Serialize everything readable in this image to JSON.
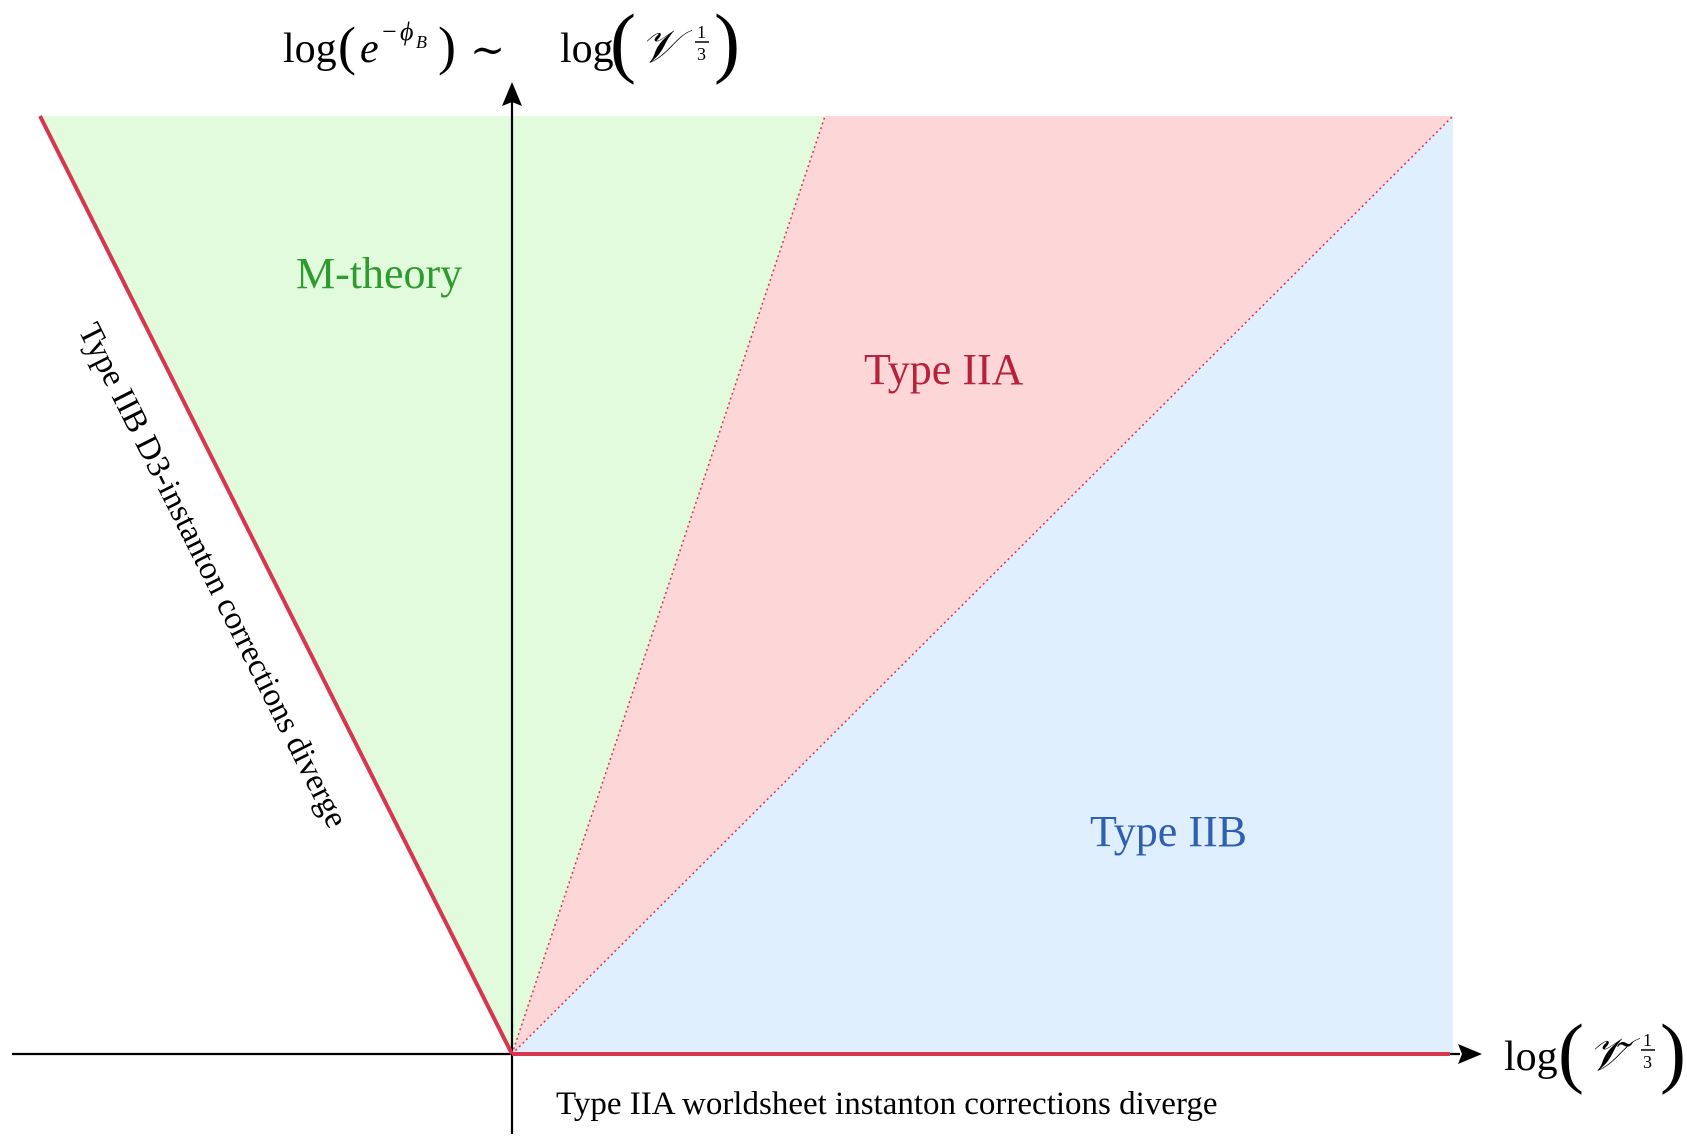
{
  "regions": {
    "m_theory": {
      "label": "M-theory",
      "fill": "#e2fbdc",
      "text_color": "#2e9b2e"
    },
    "type_iia": {
      "label": "Type IIA",
      "fill": "#fdd6d7",
      "text_color": "#b8213a"
    },
    "type_iib": {
      "label": "Type IIB",
      "fill": "#dfeffd",
      "text_color": "#2f5fb3"
    }
  },
  "boundaries": {
    "d3_instanton": {
      "label": "Type IIB D3-instanton corrections diverge",
      "color": "#d8354f"
    },
    "worldsheet_instanton": {
      "label": "Type IIA worldsheet instanton corrections diverge",
      "color": "#d8354f"
    }
  },
  "axes": {
    "y": {
      "log1": "log",
      "e": "e",
      "exp_minus": "−",
      "exp_phi": "ϕ",
      "exp_sub": "B",
      "tilde": "∼",
      "log2": "log",
      "V": "𝒱",
      "frac_num": "1",
      "frac_den": "3"
    },
    "x": {
      "log": "log",
      "V_tilde": "𝒱̃",
      "frac_num": "1",
      "frac_den": "3"
    }
  },
  "colors": {
    "axis": "#000000",
    "dotted_divider": "#d8354f"
  }
}
